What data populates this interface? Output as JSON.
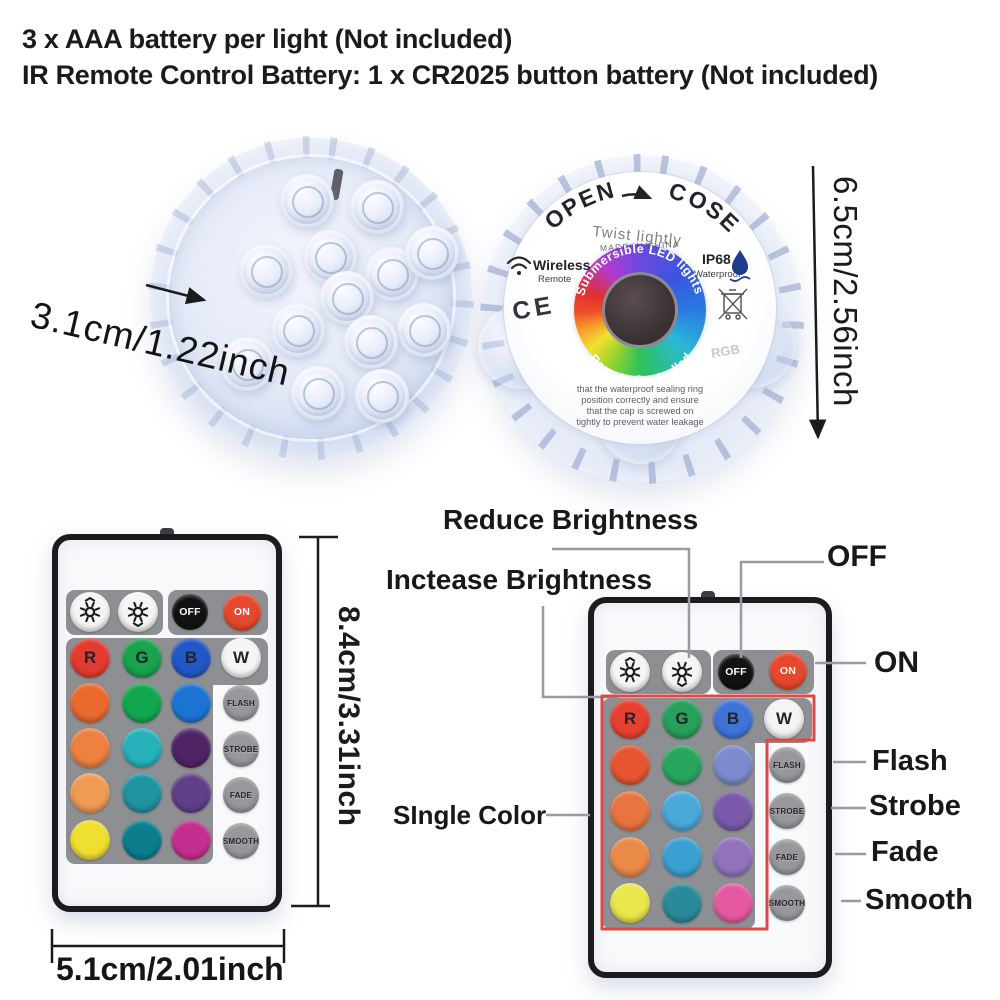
{
  "header": {
    "line1": "3 x AAA battery per light (Not included)",
    "line2": "IR Remote Control Battery: 1 x CR2025 button battery (Not included)"
  },
  "light": {
    "diameter_label": "3.1cm/1.22inch",
    "height_label": "6.5cm/2.56inch",
    "sticker": {
      "open": "OPEN",
      "close_prefix": "C",
      "close": "OSE",
      "twist": "Twist lightly",
      "made_in": "MADE IN CHINA",
      "wireless": "Wireless",
      "wireless_sub": "Remote",
      "ip_rating": "IP68",
      "waterproof": "Waterproof",
      "ce_mark": "CE",
      "arc_top": "Submersible LED lights",
      "arc_bottom": "Remote Controlled",
      "rgb_faint": "RGB",
      "warning_lines": [
        "that the waterproof sealing ring",
        "position correctly and ensure",
        "that the cap is screwed on",
        "tightly to prevent water leakage"
      ]
    }
  },
  "measurements": {
    "remote_height": "8.4cm/3.31inch",
    "remote_width": "5.1cm/2.01inch"
  },
  "annotations": {
    "reduce": "Reduce Brightness",
    "increase": "Inctease Brightness",
    "off": "OFF",
    "on": "ON",
    "single_color": "SIngle Color",
    "flash": "Flash",
    "strobe": "Strobe",
    "fade": "Fade",
    "smooth": "Smooth"
  },
  "remote": {
    "off": "OFF",
    "on": "ON",
    "rgbw": [
      "R",
      "G",
      "B",
      "W"
    ],
    "functions": [
      "FLASH",
      "STROBE",
      "FADE",
      "SMOOTH"
    ],
    "colors": {
      "body": "#f8f9fb",
      "panel": "#8e8f93",
      "off_button": "#121214",
      "on_button": "#e5492d",
      "function_button": "#98989c",
      "highlight_box": "#e04848",
      "left_rgbw": [
        "#e23c31",
        "#1aa24d",
        "#2257c6",
        "#f5f5f5"
      ],
      "left_grid": [
        [
          "#ea6a2d",
          "#12a64e",
          "#1c74d2"
        ],
        [
          "#ee8041",
          "#26b1bb",
          "#4f2465"
        ],
        [
          "#f09b55",
          "#1f93a1",
          "#5f3f88"
        ],
        [
          "#efdf2f",
          "#0b7d8d",
          "#c22f8e"
        ]
      ],
      "right_rgbw": [
        "#e6402f",
        "#27a05c",
        "#3e74d8",
        "#f4f4f4"
      ],
      "right_grid": [
        [
          "#e65531",
          "#2aa55e",
          "#7b8bcb"
        ],
        [
          "#e87440",
          "#49a9d9",
          "#7a59a9"
        ],
        [
          "#ea8a49",
          "#3aa0d2",
          "#9173ba"
        ],
        [
          "#e9e74b",
          "#2a8a9a",
          "#e659a1"
        ]
      ]
    }
  }
}
